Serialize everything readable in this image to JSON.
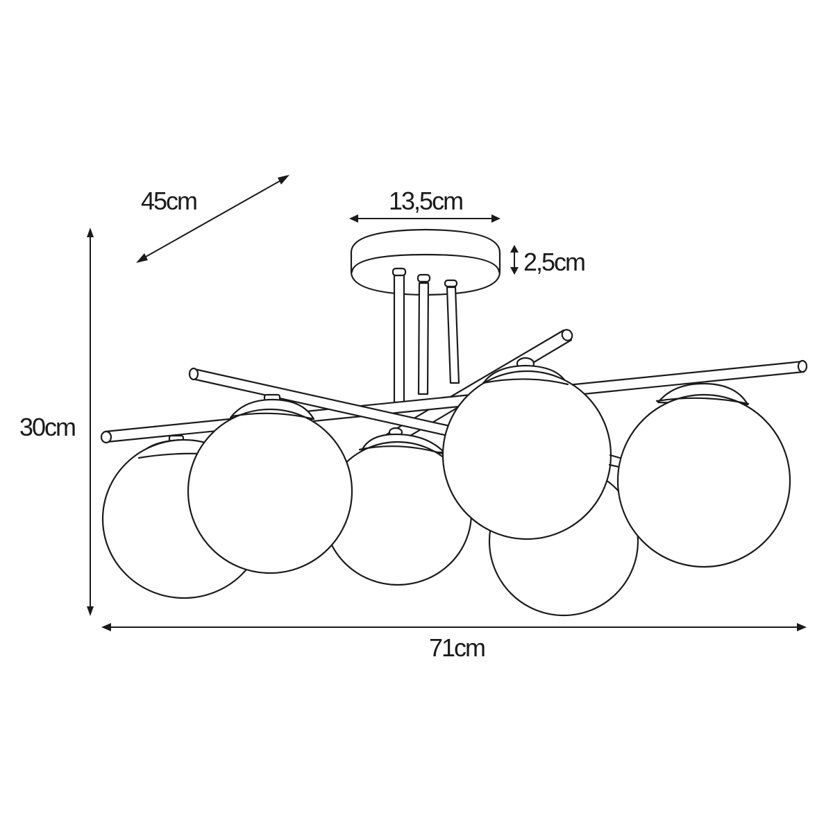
{
  "diagram": {
    "subject": "ceiling lamp with 6 globe shades",
    "line_color": "#1a1a1a",
    "background": "#ffffff",
    "dimensions": {
      "depth": {
        "label": "45cm",
        "value_cm": 45,
        "orientation": "diagonal"
      },
      "canopy_diameter": {
        "label": "13,5cm",
        "value_cm": 13.5,
        "orientation": "horizontal"
      },
      "canopy_height": {
        "label": "2,5cm",
        "value_cm": 2.5,
        "orientation": "vertical"
      },
      "total_height": {
        "label": "30cm",
        "value_cm": 30,
        "orientation": "vertical"
      },
      "total_width": {
        "label": "71cm",
        "value_cm": 71,
        "orientation": "horizontal"
      }
    },
    "components": {
      "canopy_count": 1,
      "rod_count": 3,
      "arm_count": 3,
      "globe_count": 6
    }
  }
}
